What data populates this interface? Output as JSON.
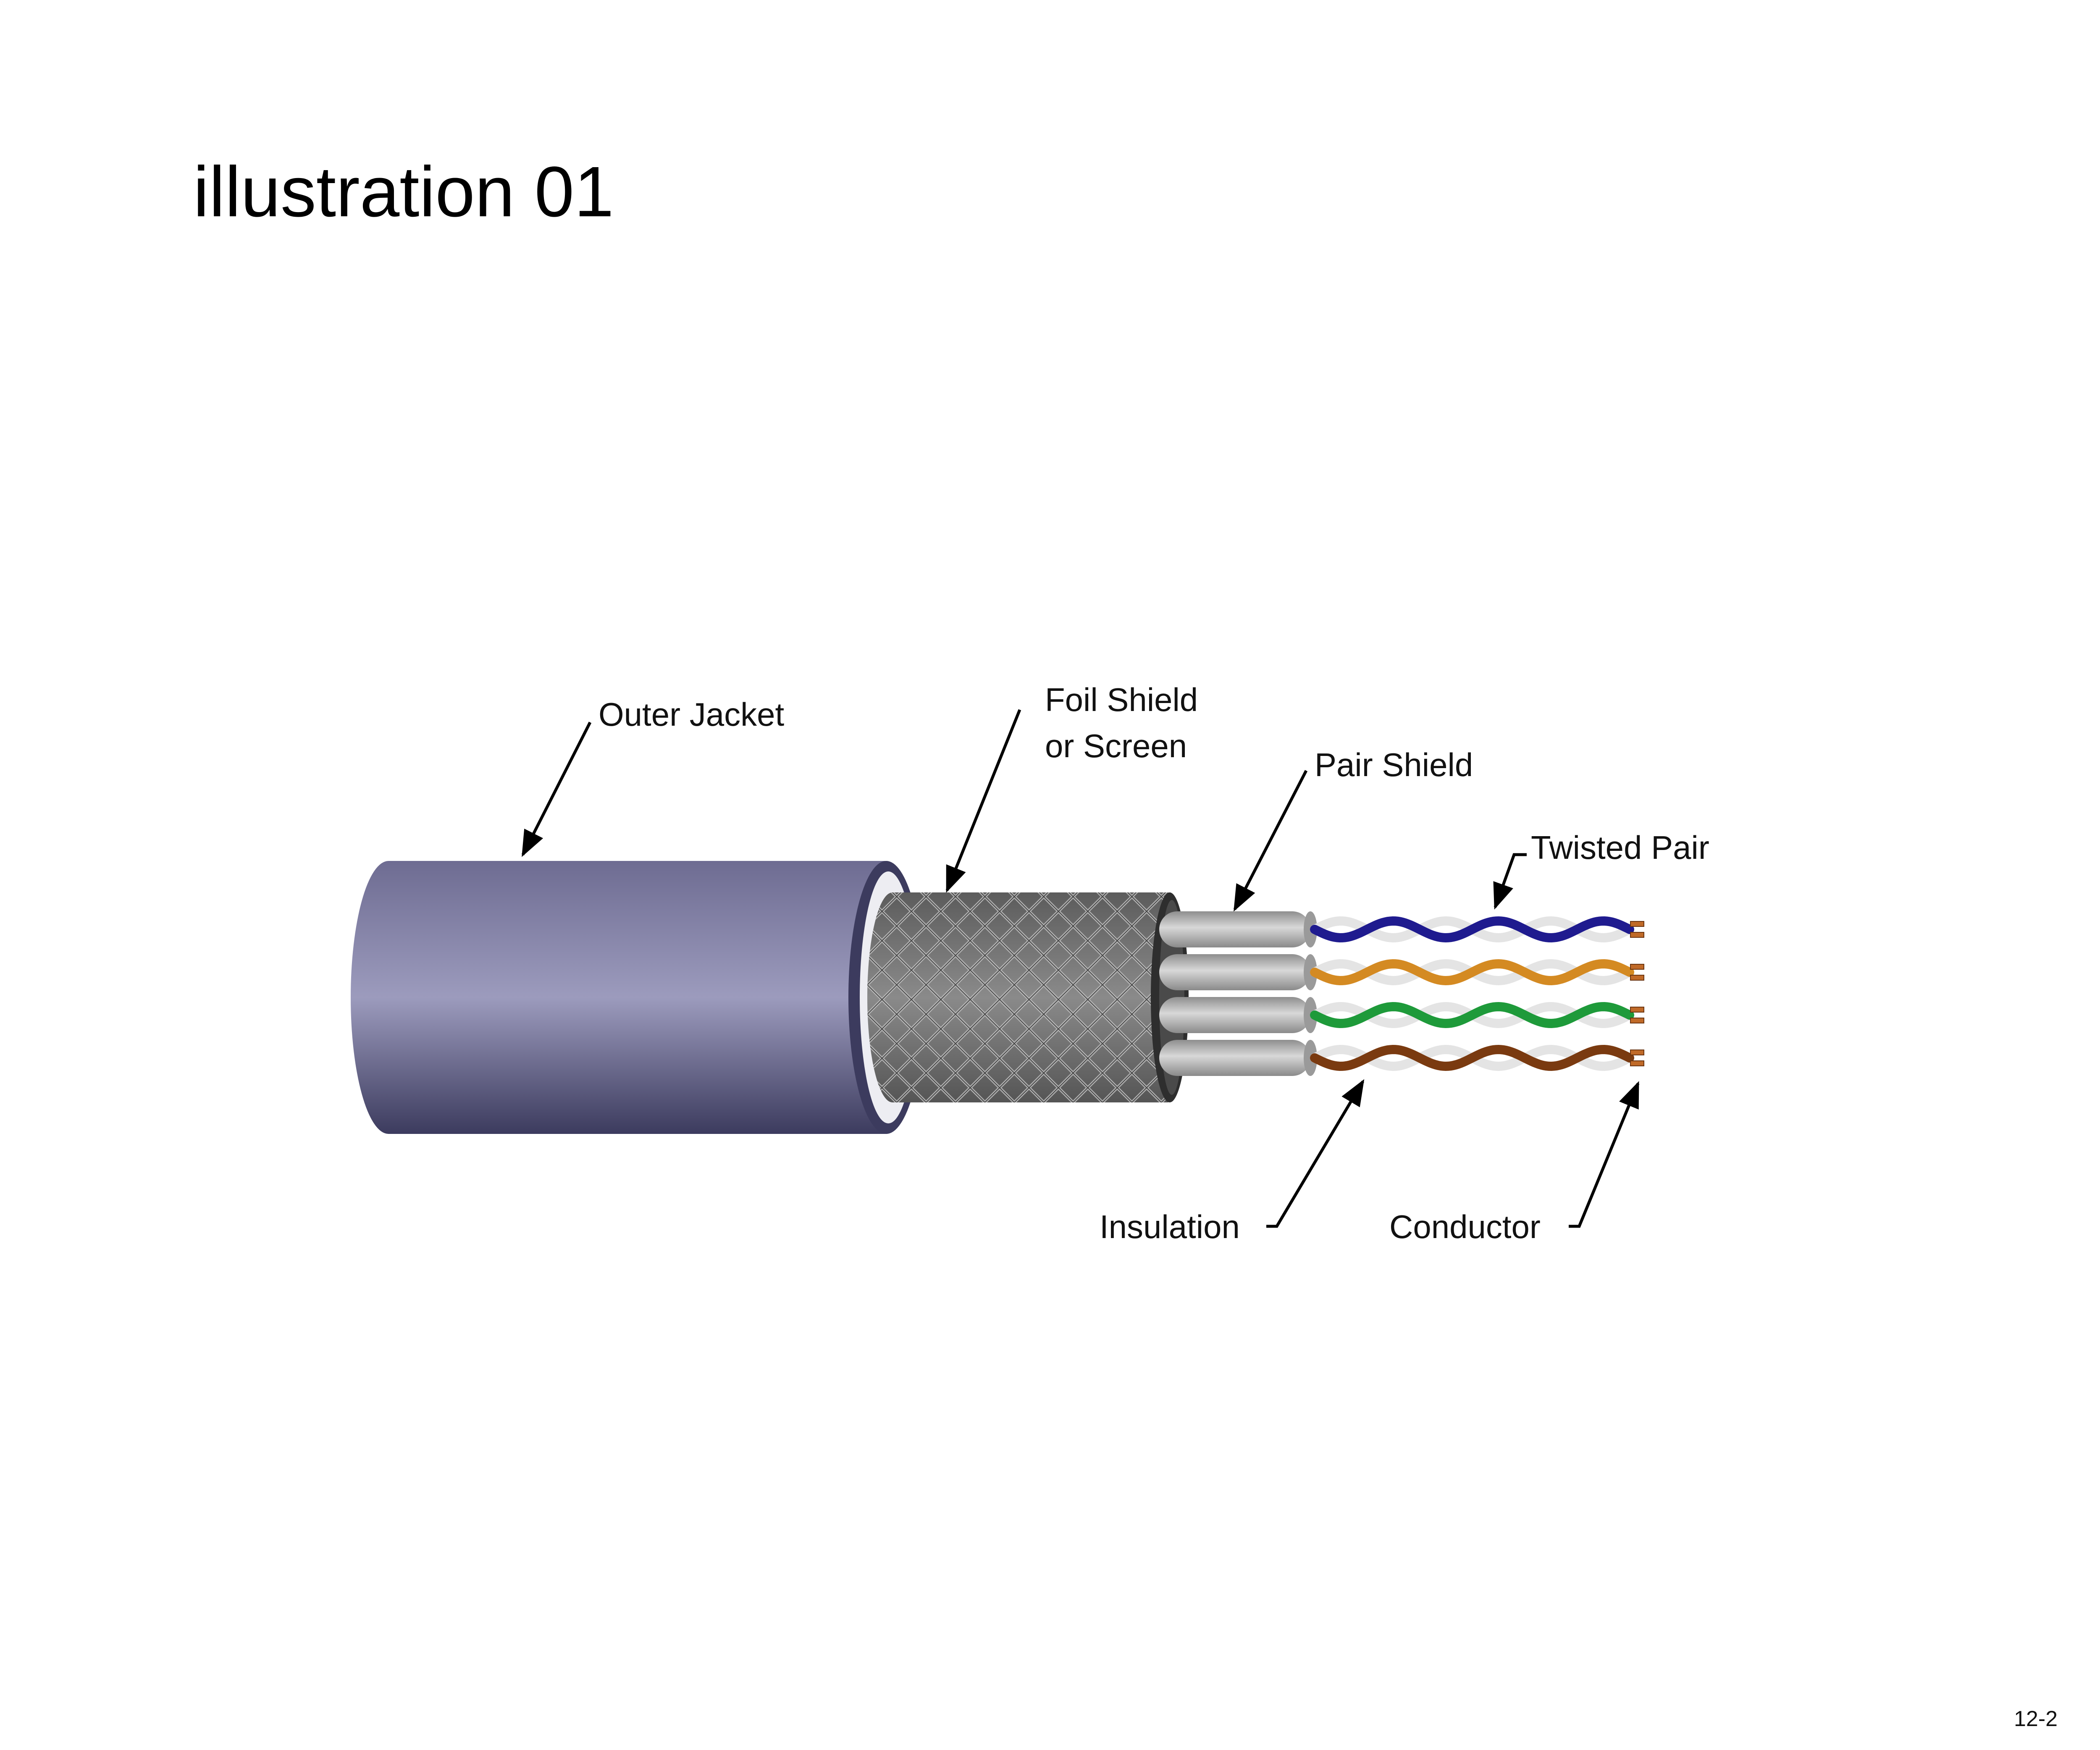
{
  "title": "illustration 01",
  "page_number": "12-2",
  "labels": {
    "outer_jacket": "Outer Jacket",
    "foil_shield_line1": "Foil Shield",
    "foil_shield_line2": "or Screen",
    "pair_shield": "Pair Shield",
    "twisted_pair": "Twisted Pair",
    "insulation": "Insulation",
    "conductor": "Conductor"
  },
  "colors": {
    "jacket": "#8a88ad",
    "jacket_dark": "#3c3b5e",
    "braid": "#6f6f6f",
    "pair_shield": "#b8b8b8",
    "pair_blue": "#1f1b8f",
    "pair_orange": "#d48a22",
    "pair_green": "#1e9a3a",
    "pair_brown": "#7a3a10",
    "copper": "#c06a28"
  }
}
